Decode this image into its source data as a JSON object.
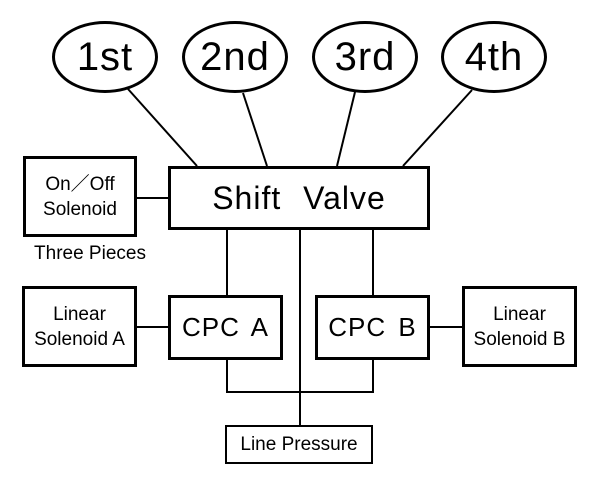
{
  "diagram": {
    "type": "block-diagram",
    "colors": {
      "background": "#ffffff",
      "stroke": "#000000",
      "text": "#000000"
    },
    "nodes": {
      "gears": [
        {
          "label": "1st"
        },
        {
          "label": "2nd"
        },
        {
          "label": "3rd"
        },
        {
          "label": "4th"
        }
      ],
      "shift_valve": {
        "label": "Shift Valve"
      },
      "onoff_solenoid": {
        "line1": "On／Off",
        "line2": "Solenoid",
        "caption": "Three Pieces"
      },
      "linear_solenoid_a": {
        "line1": "Linear",
        "line2": "Solenoid A"
      },
      "linear_solenoid_b": {
        "line1": "Linear",
        "line2": "Solenoid B"
      },
      "cpc_a": {
        "label": "CPC A"
      },
      "cpc_b": {
        "label": "CPC B"
      },
      "line_pressure": {
        "label": "Line Pressure"
      }
    },
    "connections": [
      {
        "from": "1st",
        "to": "Shift Valve"
      },
      {
        "from": "2nd",
        "to": "Shift Valve"
      },
      {
        "from": "3rd",
        "to": "Shift Valve"
      },
      {
        "from": "4th",
        "to": "Shift Valve"
      },
      {
        "from": "On/Off Solenoid",
        "to": "Shift Valve"
      },
      {
        "from": "Shift Valve",
        "to": "CPC A"
      },
      {
        "from": "Shift Valve",
        "to": "CPC B"
      },
      {
        "from": "Shift Valve",
        "to": "Line Pressure"
      },
      {
        "from": "Linear Solenoid A",
        "to": "CPC A"
      },
      {
        "from": "CPC B",
        "to": "Linear Solenoid B"
      },
      {
        "from": "CPC A",
        "to": "Line Pressure"
      },
      {
        "from": "CPC B",
        "to": "Line Pressure"
      }
    ]
  }
}
